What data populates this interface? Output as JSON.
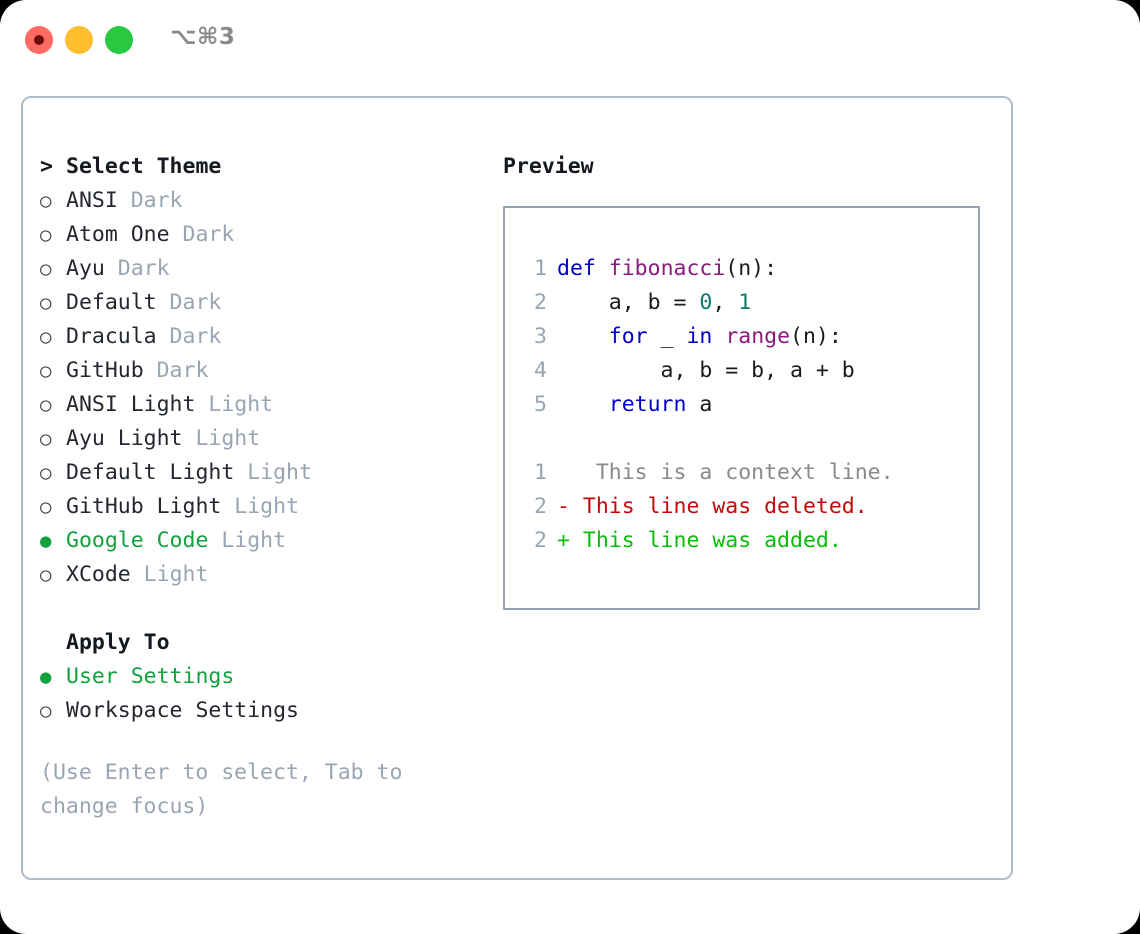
{
  "titlebar": {
    "shortcut": "⌥⌘3",
    "buttons": [
      {
        "name": "close",
        "color": "#ff6b63"
      },
      {
        "name": "minimize",
        "color": "#ffbf2e"
      },
      {
        "name": "maximize",
        "color": "#28c840"
      }
    ]
  },
  "colors": {
    "selected_green": "#12a13f",
    "muted": "#9aa4b2",
    "text": "#23272f",
    "border": "#b2bcc8",
    "preview_border": "#97a3b2",
    "keyword": "#0000c8",
    "function": "#8a1a7c",
    "number": "#0e7a6e",
    "diff_deleted": "#c20a0a",
    "diff_added": "#09bd09"
  },
  "chooser": {
    "header": "Select Theme",
    "prompt": ">",
    "bullet_unselected": "○",
    "bullet_selected": "●",
    "themes": [
      {
        "name": "ANSI",
        "tag": "Dark",
        "selected": false
      },
      {
        "name": "Atom One",
        "tag": "Dark",
        "selected": false
      },
      {
        "name": "Ayu",
        "tag": "Dark",
        "selected": false
      },
      {
        "name": "Default",
        "tag": "Dark",
        "selected": false
      },
      {
        "name": "Dracula",
        "tag": "Dark",
        "selected": false
      },
      {
        "name": "GitHub",
        "tag": "Dark",
        "selected": false
      },
      {
        "name": "ANSI Light",
        "tag": "Light",
        "selected": false
      },
      {
        "name": "Ayu Light",
        "tag": "Light",
        "selected": false
      },
      {
        "name": "Default Light",
        "tag": "Light",
        "selected": false
      },
      {
        "name": "GitHub Light",
        "tag": "Light",
        "selected": false
      },
      {
        "name": "Google Code",
        "tag": "Light",
        "selected": true
      },
      {
        "name": "XCode",
        "tag": "Light",
        "selected": false
      }
    ],
    "apply_to": {
      "header": "Apply To",
      "options": [
        {
          "name": "User Settings",
          "selected": true
        },
        {
          "name": "Workspace Settings",
          "selected": false
        }
      ]
    },
    "hint": "(Use Enter to select, Tab to change focus)"
  },
  "preview": {
    "title": "Preview",
    "code_lines": [
      {
        "num": "1",
        "tokens": [
          {
            "t": "def",
            "c": "kw"
          },
          {
            "t": " ",
            "c": "pl"
          },
          {
            "t": "fibonacci",
            "c": "fn"
          },
          {
            "t": "(n):",
            "c": "pl"
          }
        ]
      },
      {
        "num": "2",
        "tokens": [
          {
            "t": "    a, b = ",
            "c": "pl"
          },
          {
            "t": "0",
            "c": "num"
          },
          {
            "t": ", ",
            "c": "pl"
          },
          {
            "t": "1",
            "c": "num"
          }
        ]
      },
      {
        "num": "3",
        "tokens": [
          {
            "t": "    ",
            "c": "pl"
          },
          {
            "t": "for",
            "c": "kw"
          },
          {
            "t": " _ ",
            "c": "pl"
          },
          {
            "t": "in",
            "c": "kw"
          },
          {
            "t": " ",
            "c": "pl"
          },
          {
            "t": "range",
            "c": "fn"
          },
          {
            "t": "(n):",
            "c": "pl"
          }
        ]
      },
      {
        "num": "4",
        "tokens": [
          {
            "t": "        a, b = b, a + b",
            "c": "pl"
          }
        ]
      },
      {
        "num": "5",
        "tokens": [
          {
            "t": "    ",
            "c": "pl"
          },
          {
            "t": "return",
            "c": "kw"
          },
          {
            "t": " a",
            "c": "pl"
          }
        ]
      }
    ],
    "diff_lines": [
      {
        "num": "1",
        "marker": " ",
        "text": "  This is a context line.",
        "kind": "ctx"
      },
      {
        "num": "2",
        "marker": "-",
        "text": " This line was deleted.",
        "kind": "del"
      },
      {
        "num": "2",
        "marker": "+",
        "text": " This line was added.",
        "kind": "add"
      }
    ]
  }
}
